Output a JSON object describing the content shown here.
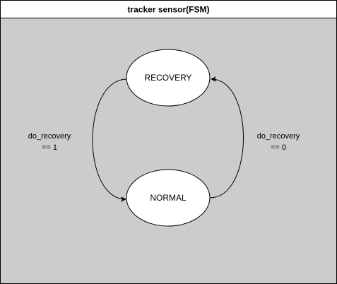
{
  "diagram": {
    "title": "tracker sensor(FSM)",
    "states": [
      {
        "id": "recovery",
        "label": "RECOVERY"
      },
      {
        "id": "normal",
        "label": "NORMAL"
      }
    ],
    "transitions": [
      {
        "from": "recovery",
        "to": "normal",
        "label_line1": "do_recovery",
        "label_line2": "== 1"
      },
      {
        "from": "normal",
        "to": "recovery",
        "label_line1": "do_recovery",
        "label_line2": "== 0"
      }
    ]
  },
  "colors": {
    "canvas": "#cccccc",
    "header": "#ffffff",
    "node_fill": "#ffffff",
    "stroke": "#000000"
  }
}
